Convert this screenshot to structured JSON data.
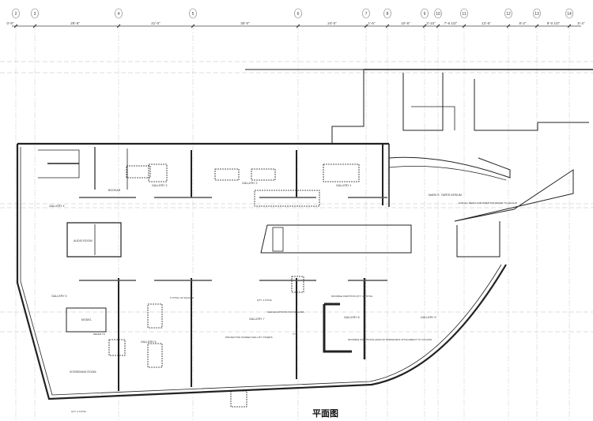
{
  "grid_lines": [
    "2",
    "3",
    "4",
    "5",
    "6",
    "7",
    "8",
    "9",
    "10",
    "11",
    "12",
    "13",
    "14"
  ],
  "dimensions": [
    "0'-8\"",
    "28'-8\"",
    "21'-0\"",
    "30'-0\"",
    "24'-0\"",
    "1'-6\"",
    "10'-6\"",
    "3'-10\"",
    "7'-6 1/2\"",
    "12'-6\"",
    "8'-2\"",
    "9'-0 1/2\"",
    "5'-4\""
  ],
  "rooms": {
    "gallery4": "GALLERY 4",
    "bookar": "BOOKAR",
    "gallery3": "GALLERY 3",
    "gallery2": "GALLERY 2",
    "gallery1": "GALLERY 1",
    "audio_room": "AUDIO ROOM",
    "gallery5": "GALLERY 5",
    "model": "MODEL",
    "gallery6": "GALLERY 6",
    "gallery7": "GALLERY 7",
    "gallery8": "GALLERY 8",
    "gallery9": "GALLERY 9",
    "screening_room": "SCREENING ROOM",
    "atrium": "MARK E. TAPER ATRIUM"
  },
  "notes": {
    "bench": "FOR ALL BENCH INFORMATION REFER TO A3/A3.07",
    "movable_partition": "MOVABLE PARTITION QTY. 14 TOTAL",
    "partition_note": "MOVABLE PARTITIONS HAVE NO PERMANENT ATTACHMENT TO COLUMN",
    "projection": "PROJECTION SCREEN WALL BY OTHERS",
    "elevations": "SEE ELEVATIONS FOR SHELVES",
    "qty4": "QTY. 4 TOTAL",
    "qty6": "QTY. 6 TOTAL",
    "total_squares": "5 TOTAL OF SQUARE",
    "refer": "REFER TO",
    "typ": "TYP."
  },
  "caption": "平面图"
}
